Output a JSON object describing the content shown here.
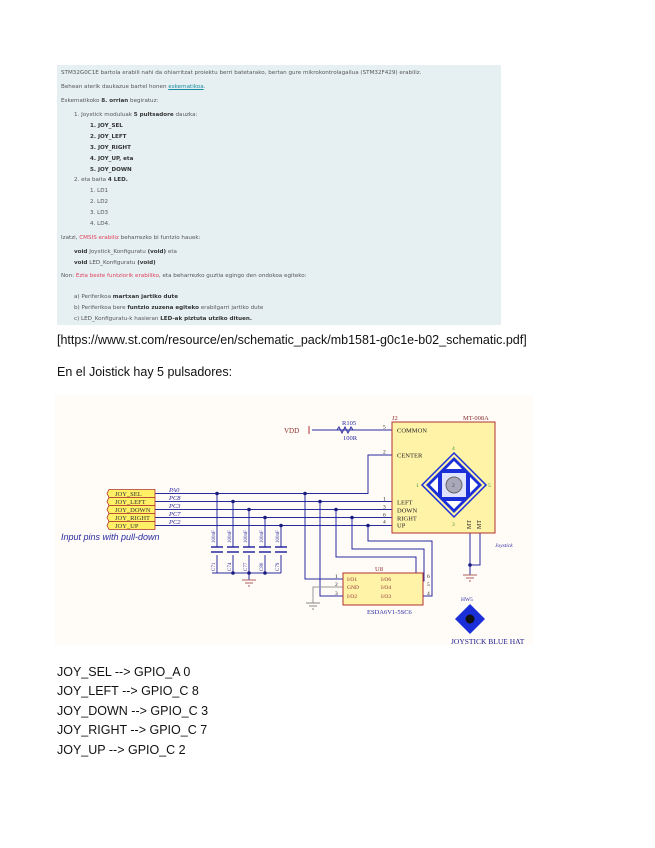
{
  "screenshot": {
    "intro": "STM32G0C1E bartola erabili nahi da ohiarritzat proiektu berri batetarako, bertan gure mikrokontrolagailua (STM32F429) erabiliz.",
    "schematic_prefix": "Behean aterik daukazue bartel honen ",
    "schematic_link": "eskematikoa",
    "schematic_suffix": ".",
    "look_prefix": "Eskematikoko ",
    "look_bold": "8. orrian",
    "look_suffix": " begiratuz:",
    "item1_prefix": "1. Joystick moduluak ",
    "item1_bold": "5 pultsadore",
    "item1_suffix": " dauzka:",
    "buttons": [
      "1. JOY_SEL",
      "2. JOY_LEFT",
      "3. JOY_RIGHT",
      "4. JOY_UP, eta",
      "5. JOY_DOWN"
    ],
    "item2_prefix": "2. eta baita ",
    "item2_bold": "4 LED.",
    "leds": [
      "1. LD1",
      "2. LD2",
      "3. LD3",
      "4. LD4."
    ],
    "cmsis_prefix": "Izatzi, ",
    "cmsis_red": "CMSIS erabiliz",
    "cmsis_suffix": " beharrezko bi funtzio hauek:",
    "func1_kw": "void",
    "func1_name": " Joystick_Konfiguratu ",
    "func1_arg": "(void)",
    "func1_tail": " eta",
    "func2_kw": "void",
    "func2_name": " LED_Konfiguratu ",
    "func2_arg": "(void)",
    "note_prefix": "Non: ",
    "note_red": "Ezta beste funtziorik erabiliko",
    "note_suffix": ", eta beharrezko guztia egingo den ondokoa egiteko:",
    "a_prefix": "a) Periferikoa ",
    "a_bold": "martxan jartiko dute",
    "b_prefix": "b) Periferikoa bere ",
    "b_bold": "funtzio zuzena egiteko",
    "b_suffix": " erabilgarri jartiko dute",
    "c_prefix": "c) LED_Konfiguratu-k ",
    "c_mid": "hasieran ",
    "c_bold": "LED-ak piztuta utziko dituen."
  },
  "link_text": "[https://www.st.com/resource/en/schematic_pack/mb1581-g0c1e-b02_schematic.pdf]",
  "intro_text": "En el Joistick hay 5 pulsadores:",
  "schematic": {
    "connectors": [
      "JOY_SEL",
      "JOY_LEFT",
      "JOY_DOWN",
      "JOY_RIGHT",
      "JOY_UP"
    ],
    "nets": [
      "PA0",
      "PC8",
      "PC3",
      "PC7",
      "PC2"
    ],
    "note": "Input pins with pull-down",
    "caps": [
      "C71",
      "C74",
      "C77",
      "C80",
      "C79"
    ],
    "cap_value": "100nF",
    "vdd": "VDD",
    "resistor": "R105",
    "resistor_value": "100R",
    "j2_ref": "J2",
    "j2_part": "MT-008A",
    "j2_pins": [
      "COMMON",
      "CENTER",
      "LEFT",
      "DOWN",
      "RIGHT",
      "UP"
    ],
    "j2_pin_numbers": [
      "5",
      "2",
      "1",
      "3",
      "6",
      "4"
    ],
    "diamond_pins": [
      "4",
      "1",
      "2",
      "5",
      "3"
    ],
    "mh": [
      "MT",
      "MT"
    ],
    "joystick_label": "Joystick",
    "esd_ref": "U8",
    "esd_part": "ESDA6V1-5SC6",
    "esd_left": [
      "I/O1",
      "GND",
      "I/O2"
    ],
    "esd_right": [
      "I/O6",
      "I/O4",
      "I/O3"
    ],
    "esd_left_nums": [
      "1",
      "2",
      "3"
    ],
    "esd_right_nums": [
      "6",
      "5",
      "4"
    ],
    "hw_ref": "HW5",
    "hw_label": "JOYSTICK BLUE HAT",
    "colors": {
      "wire": "#2a2aa0",
      "part_fill": "#fff3a8",
      "part_stroke": "#b03030",
      "hat": "#1b2fd8"
    }
  },
  "mapping": [
    "JOY_SEL --> GPIO_A 0",
    "JOY_LEFT --> GPIO_C 8",
    "JOY_DOWN --> GPIO_C 3",
    "JOY_RIGHT --> GPIO_C 7",
    "JOY_UP --> GPIO_C 2"
  ]
}
